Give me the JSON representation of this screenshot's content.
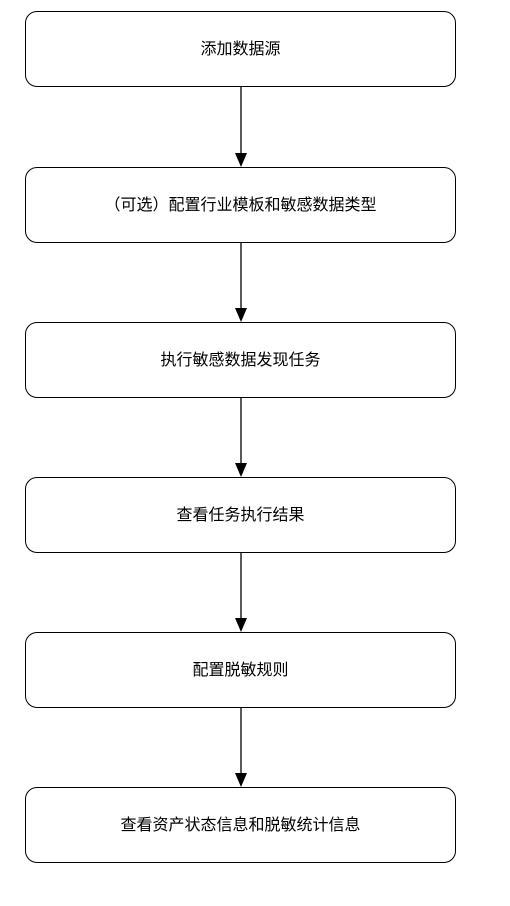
{
  "steps": [
    {
      "label": "添加数据源"
    },
    {
      "label": "（可选）配置行业模板和敏感数据类型"
    },
    {
      "label": "执行敏感数据发现任务"
    },
    {
      "label": "查看任务执行结果"
    },
    {
      "label": "配置脱敏规则"
    },
    {
      "label": "查看资产状态信息和脱敏统计信息"
    }
  ],
  "colors": {
    "stroke": "#000000",
    "fill": "#ffffff",
    "text": "#000000"
  }
}
